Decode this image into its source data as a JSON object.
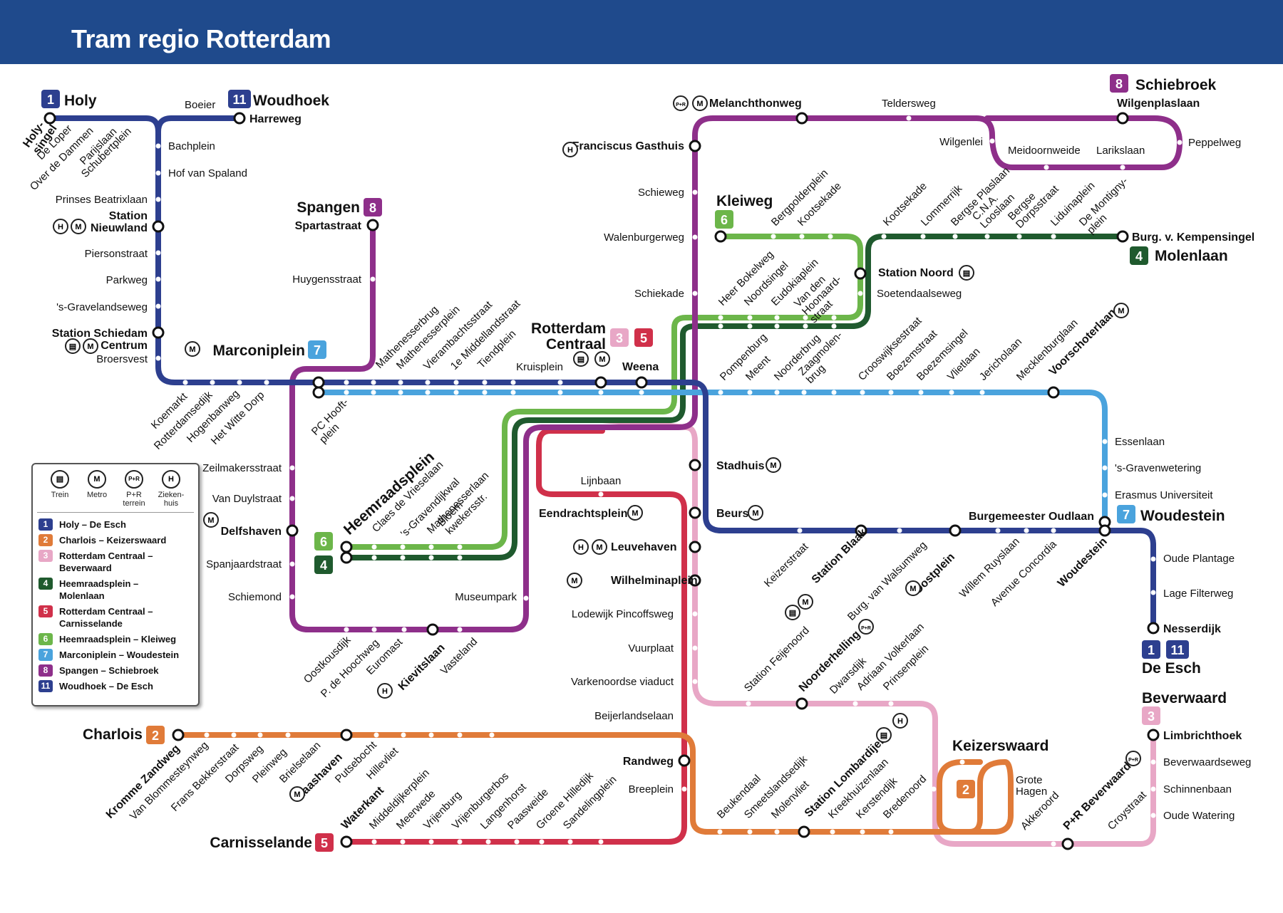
{
  "title": "Tram regio Rotterdam",
  "colors": {
    "line1": "#2d3f8f",
    "line2": "#e07b39",
    "line3": "#e8a7c6",
    "line4": "#1f5a2e",
    "line5": "#d0304a",
    "line6": "#6cb64a",
    "line7": "#4aa3dd",
    "line8": "#8e2f8a",
    "line11": "#2d3f8f",
    "header": "#1f4a8c"
  },
  "terminals": {
    "holy": "Holy",
    "woudhoek": "Woudhoek",
    "spangen": "Spangen",
    "marconiplein": "Marconiplein",
    "rotterdam_centraal": [
      "Rotterdam",
      "Centraal"
    ],
    "kleiweg": "Kleiweg",
    "schiebroek": "Schiebroek",
    "molenlaan": "Molenlaan",
    "woudestein": "Woudestein",
    "heemraadsplein": "Heemraadsplein",
    "de_esch": "De Esch",
    "beverwaard": "Beverwaard",
    "keizerswaard": "Keizerswaard",
    "charlois": "Charlois",
    "carnisselande": "Carnisselande"
  },
  "stations": {
    "holy": [
      "Holy-",
      "singel"
    ],
    "de_loper": "De Loper",
    "over_de_dammen": "Over de Dammen",
    "parijslaan": "Parijslaan",
    "schubertplein": "Schubertplein",
    "boeier": "Boeier",
    "harreweg": "Harreweg",
    "bachplein": "Bachplein",
    "hof_van_spaland": "Hof van Spaland",
    "prinses_beatrixlaan": "Prinses Beatrixlaan",
    "station_nieuwland": [
      "Station",
      "Nieuwland"
    ],
    "piersonstraat": "Piersonstraat",
    "parkweg": "Parkweg",
    "s_gravelandseweg": "'s-Gravelandseweg",
    "station_schiedam": [
      "Station Schiedam",
      "Centrum"
    ],
    "broersvest": "Broersvest",
    "koemarkt": "Koemarkt",
    "rotterdamsedijk": "Rotterdamsedijk",
    "hogenbanweg": "Hogenbanweg",
    "het_witte_dorp": "Het Witte Dorp",
    "pc_hooft": [
      "PC Hooft-",
      "plein"
    ],
    "spartastraat": "Spartastraat",
    "huygensstraat": "Huygensstraat",
    "mathenesserbrug": "Mathenesserbrug",
    "mathenesserplein": "Mathenesserplein",
    "vierambachtsstraat": "Vierambachtsstraat",
    "middellandstraat": "1e Middellandstraat",
    "tiendplein": "Tiendplein",
    "kruisplein": "Kruisplein",
    "weena": "Weena",
    "zeilmakersstraat": "Zeilmakersstraat",
    "van_duylstraat": "Van Duylstraat",
    "delfshaven": "Delfshaven",
    "spanjaardstraat": "Spanjaardstraat",
    "schiemond": "Schiemond",
    "claes": "Claes de Vrieselaan",
    "s_gravendijkwal": "'s-Gravendijkwal",
    "mathenesserlaan": "Mathenesserlaan",
    "bloemkwekersstr": [
      "Bloem-",
      "kwekersstr."
    ],
    "museumpark": "Museumpark",
    "oostkousdijk": "Oostkousdijk",
    "p_de_hoochweg": "P. de Hoochweg",
    "euromast": "Euromast",
    "kievitslaan": "Kievitslaan",
    "vasteland": "Vasteland",
    "melanchthonweg": "Melanchthonweg",
    "teldersweg": "Teldersweg",
    "wilgenplaslaan": "Wilgenplaslaan",
    "wilgenlei": "Wilgenlei",
    "meidoornweide": "Meidoornweide",
    "larikslaan": "Larikslaan",
    "peppelweg": "Peppelweg",
    "franciscus": "Franciscus Gasthuis",
    "schieweg": "Schieweg",
    "walenburgerweg": "Walenburgerweg",
    "schiekade": "Schiekade",
    "bergpolderplein": "Bergpolderplein",
    "kootsekade6": "Kootsekade",
    "heer_bokelweg": "Heer Bokelweg",
    "noordsingel": "Noordsingel",
    "eudokiaplein": "Eudokiaplein",
    "van_den_hoonaard": [
      "Van den",
      "Hoonaard-",
      "straat"
    ],
    "kootsekade4": "Kootsekade",
    "lommerrijk": "Lommerrijk",
    "bergse_plaslaan": "Bergse Plaslaan",
    "cna_looslaan": [
      "C.N.A.",
      "Looslaan"
    ],
    "bergse_dorpsstraat": [
      "Bergse",
      "Dorpsstraat"
    ],
    "liduinaplein": "Liduinaplein",
    "de_montignyplein": [
      "De Montigny-",
      "plein"
    ],
    "burg_kempensingel": "Burg. v. Kempensingel",
    "station_noord": "Station Noord",
    "soetendaalseweg": "Soetendaalseweg",
    "pompenburg": "Pompenburg",
    "meent": "Meent",
    "noorderbrug": "Noorderbrug",
    "zaagmolenbrug": [
      "Zaagmolen-",
      "brug"
    ],
    "crooswijksestraat": "Crooswijksestraat",
    "boezemstraat": "Boezemstraat",
    "boezemsingel": "Boezemsingel",
    "vlietlaan": "Vlietlaan",
    "jericholaan": "Jericholaan",
    "mecklenburglaan": "Mecklenburglaan",
    "voorschoterlaan": "Voorschoterlaan",
    "essenlaan": "Essenlaan",
    "s_gravenwetering": "'s-Gravenwetering",
    "erasmus": "Erasmus Universiteit",
    "burgemeester_oudlaan": "Burgemeester Oudlaan",
    "stadhuis": "Stadhuis",
    "beurs": "Beurs",
    "lijnbaan": "Lijnbaan",
    "eendrachtsplein": "Eendrachtsplein",
    "leuvehaven": "Leuvehaven",
    "wilhelminaplein": "Wilhelminaplein",
    "lodewijk": "Lodewijk Pincoffsweg",
    "vuurplaat": "Vuurplaat",
    "varkenoordse": "Varkenoordse viaduct",
    "beijerlandselaan": "Beijerlandselaan",
    "randweg": "Randweg",
    "breeplein": "Breeplein",
    "keizerstraat": "Keizerstraat",
    "station_blaak": "Station Blaak",
    "burg_van_walsumweg": "Burg. van Walsumweg",
    "oostplein": "Oostplein",
    "willem_ruyslaan": "Willem Ruyslaan",
    "avenue_concordia": "Avenue Concordia",
    "woudestein_stop": "Woudestein",
    "oude_plantage": "Oude Plantage",
    "lage_filterweg": "Lage Filterweg",
    "nesserdijk": "Nesserdijk",
    "station_feijenoord": "Station Feijenoord",
    "noorderhelling": "Noorderhelling",
    "dwarsdijk": "Dwarsdijk",
    "adriaan_volkerlaan": "Adriaan Volkerlaan",
    "prinsenplein": "Prinsenplein",
    "beukendaal": "Beukendaal",
    "smeetslandsedijk": "Smeetslandsedijk",
    "molenvliet": "Molenvliet",
    "station_lombardijen": "Station Lombardijen",
    "kreekhuizenlaan": "Kreekhuizenlaan",
    "kerstendijk": "Kerstendijk",
    "bredenoord": "Bredenoord",
    "grote_hagen": [
      "Grote",
      "Hagen"
    ],
    "akkeroord": "Akkeroord",
    "pr_beverwaard": "P+R Beverwaard",
    "croystraat": "Croystraat",
    "limbrichthoek": "Limbrichthoek",
    "beverwaardseweg": "Beverwaardseweg",
    "schinnenbaan": "Schinnenbaan",
    "oude_watering": "Oude Watering",
    "kromme_zandweg": "Kromme Zandweg",
    "van_blommesteynweg": "Van Blommesteynweg",
    "frans_bekkerstraat": "Frans Bekkerstraat",
    "dorpsweg": "Dorpsweg",
    "pleinweg": "Pleinweg",
    "brielselaan": "Brielselaan",
    "maashaven": "Maashaven",
    "putsebocht": "Putsebocht",
    "hillevliet": "Hillevliet",
    "waterkant": "Waterkant",
    "middeldijkerplein": "Middeldijkerplein",
    "meerwede": "Meerwede",
    "vrijenburg": "Vrijenburg",
    "vrijenburgerbos": "Vrijenburgerbos",
    "langenhorst": "Langenhorst",
    "paasweide": "Paasweide",
    "groene_hilledijk": "Groene Hilledijk",
    "sandelingplein": "Sandelingplein"
  },
  "icons": {
    "train": "train-icon",
    "metro": "metro-icon",
    "pr": "P+R",
    "hospital": "H"
  },
  "legend": {
    "icon_captions": {
      "trein": "Trein",
      "metro": "Metro",
      "pr": [
        "P+R",
        "terrein"
      ],
      "ziekenhuis": [
        "Zieken-",
        "huis"
      ]
    },
    "lines": [
      {
        "num": "1",
        "color": "#2d3f8f",
        "label": [
          "Holy – De Esch"
        ]
      },
      {
        "num": "2",
        "color": "#e07b39",
        "label": [
          "Charlois – Keizerswaard"
        ]
      },
      {
        "num": "3",
        "color": "#e8a7c6",
        "label": [
          "Rotterdam Centraal –",
          "Beverwaard"
        ]
      },
      {
        "num": "4",
        "color": "#1f5a2e",
        "label": [
          "Heemraadsplein –",
          "Molenlaan"
        ]
      },
      {
        "num": "5",
        "color": "#d0304a",
        "label": [
          "Rotterdam Centraal –",
          "Carnisselande"
        ]
      },
      {
        "num": "6",
        "color": "#6cb64a",
        "label": [
          "Heemraadsplein – Kleiweg"
        ]
      },
      {
        "num": "7",
        "color": "#4aa3dd",
        "label": [
          "Marconiplein – Woudestein"
        ]
      },
      {
        "num": "8",
        "color": "#8e2f8a",
        "label": [
          "Spangen – Schiebroek"
        ]
      },
      {
        "num": "11",
        "color": "#2d3f8f",
        "label": [
          "Woudhoek – De Esch"
        ]
      }
    ]
  }
}
